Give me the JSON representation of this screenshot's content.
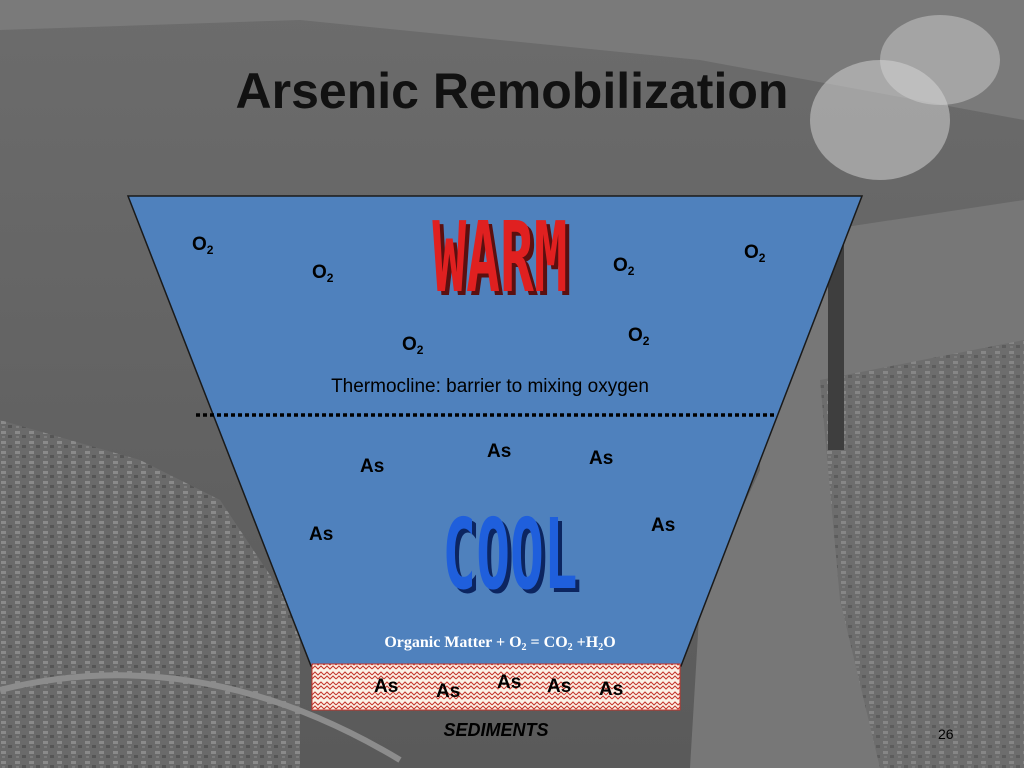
{
  "slide": {
    "title": "Arsenic Remobilization",
    "page_number": "26"
  },
  "warm_layer": {
    "word": "WARM",
    "oxygen_label": "O",
    "oxygen_subscript": "2",
    "colors": {
      "word": "#e02020",
      "word_shadow": "#5a1010"
    }
  },
  "thermocline": {
    "label": "Thermocline: barrier to mixing oxygen"
  },
  "cool_layer": {
    "word": "COOL",
    "arsenic_label": "As",
    "colors": {
      "word": "#1f5fdc",
      "word_shadow": "#0c2560"
    },
    "reaction": {
      "prefix": "Organic Matter + O",
      "sub1": "2",
      "mid1": " = CO",
      "sub2": "2",
      "mid2": " +H",
      "sub3": "2",
      "suffix": "O"
    }
  },
  "sediments": {
    "label": "SEDIMENTS",
    "arsenic_label": "As",
    "color": "#c4332a"
  },
  "colors": {
    "water": "#4f81bd"
  }
}
